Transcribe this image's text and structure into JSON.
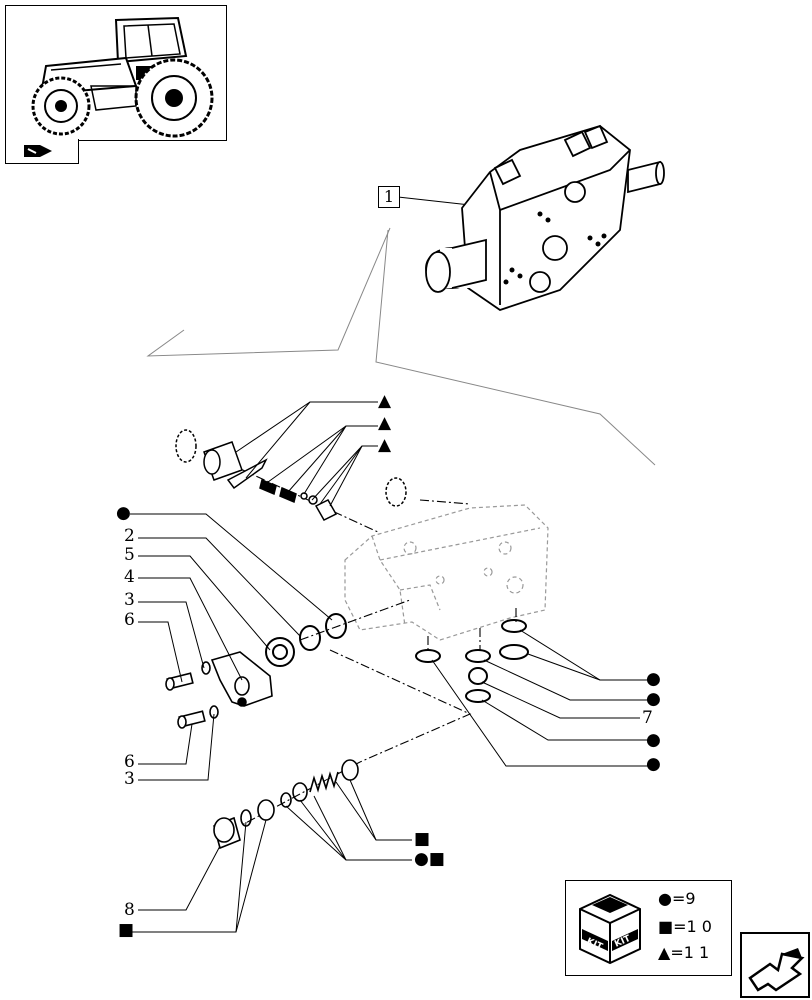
{
  "reference": {
    "box_label": "1"
  },
  "callouts": {
    "left": [
      "2",
      "5",
      "4",
      "3",
      "6",
      "6",
      "3",
      "8"
    ],
    "right_7": "7"
  },
  "symbols": {
    "circle": "●",
    "square": "■",
    "triangle": "▲",
    "circle_square": "●■"
  },
  "kit_legend": {
    "kit_text_left": "KIT",
    "kit_text_right": "KIT",
    "rows": [
      {
        "symbol": "●",
        "text": "=9"
      },
      {
        "symbol": "■",
        "text": "=1 0"
      },
      {
        "symbol": "▲",
        "text": "=1 1"
      }
    ]
  },
  "icons": {
    "thumbnail": "tractor-thumbnail-icon",
    "tab": "previous-page-icon",
    "next": "next-page-arrow-icon"
  }
}
